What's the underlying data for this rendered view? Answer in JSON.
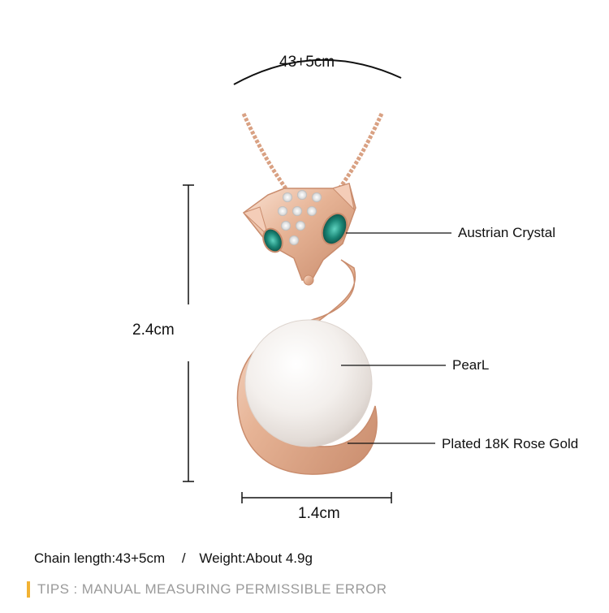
{
  "dimensions": {
    "chain_length": "43+5cm",
    "height": "2.4cm",
    "width": "1.4cm"
  },
  "callouts": {
    "crystal": "Austrian Crystal",
    "pearl": "PearL",
    "gold": "Plated 18K Rose Gold"
  },
  "specs": {
    "chain": "Chain length:43+5cm",
    "separator": "/",
    "weight": "Weight:About 4.9g"
  },
  "tips": {
    "text": "TIPS : MANUAL MEASURING PERMISSIBLE ERROR",
    "accent_color": "#f2b233"
  },
  "colors": {
    "rose_gold": "#e8b79a",
    "crystal_green": "#1f8a78",
    "pearl": "#f4f1ee"
  }
}
